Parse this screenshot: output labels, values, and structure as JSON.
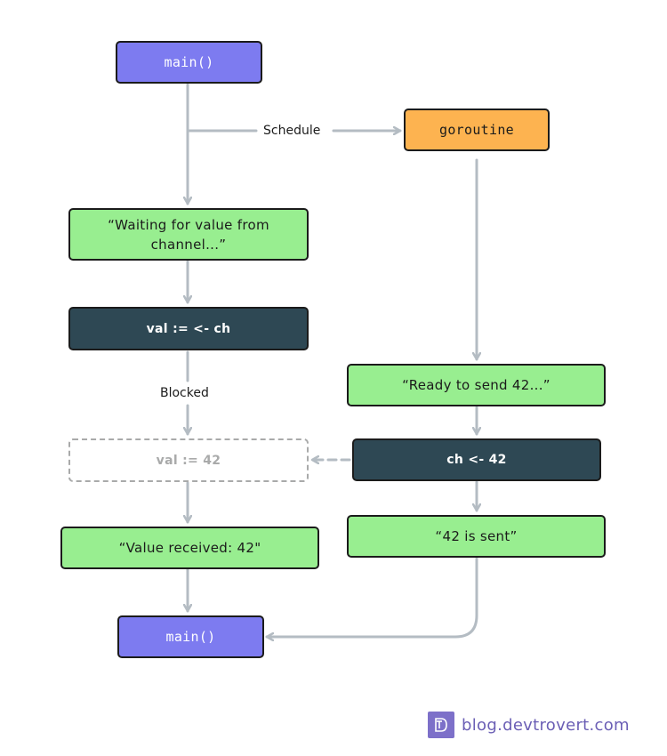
{
  "nodes": {
    "main_start": "main()",
    "goroutine": "goroutine",
    "waiting": "“Waiting for value from channel...”",
    "receive_stmt": "val := <- ch",
    "val_assigned": "val := 42",
    "value_received": "“Value received: 42\"",
    "main_end": "main()",
    "ready_send": "“Ready to send 42...”",
    "send_stmt": "ch <- 42",
    "sent": "“42 is sent”"
  },
  "edge_labels": {
    "schedule": "Schedule",
    "blocked": "Blocked"
  },
  "brand": {
    "logo": "D",
    "text": "blog.devtrovert.com"
  },
  "colors": {
    "main": "#7d7bf0",
    "goroutine": "#fdb350",
    "message": "#98ee90",
    "statement": "#2e4854",
    "arrow": "#b4bcc3",
    "dashed": "#a9aaaa",
    "brand": "#7d70c9"
  }
}
